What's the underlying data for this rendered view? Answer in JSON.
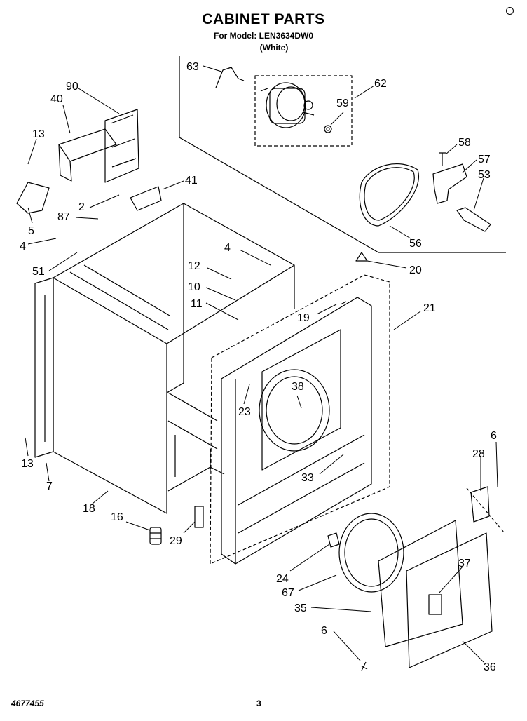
{
  "header": {
    "title": "CABINET PARTS",
    "model_line": "For Model: LEN3634DW0",
    "color_line": "(White)"
  },
  "footer": {
    "doc_id": "4677455",
    "page": "3"
  },
  "callouts": [
    "90",
    "40",
    "13",
    "5",
    "87",
    "4",
    "51",
    "2",
    "41",
    "63",
    "62",
    "59",
    "58",
    "57",
    "53",
    "56",
    "20",
    "12",
    "10",
    "11",
    "19",
    "21",
    "4",
    "38",
    "23",
    "33",
    "13",
    "7",
    "18",
    "16",
    "29",
    "6",
    "28",
    "24",
    "67",
    "35",
    "37",
    "6",
    "36"
  ]
}
